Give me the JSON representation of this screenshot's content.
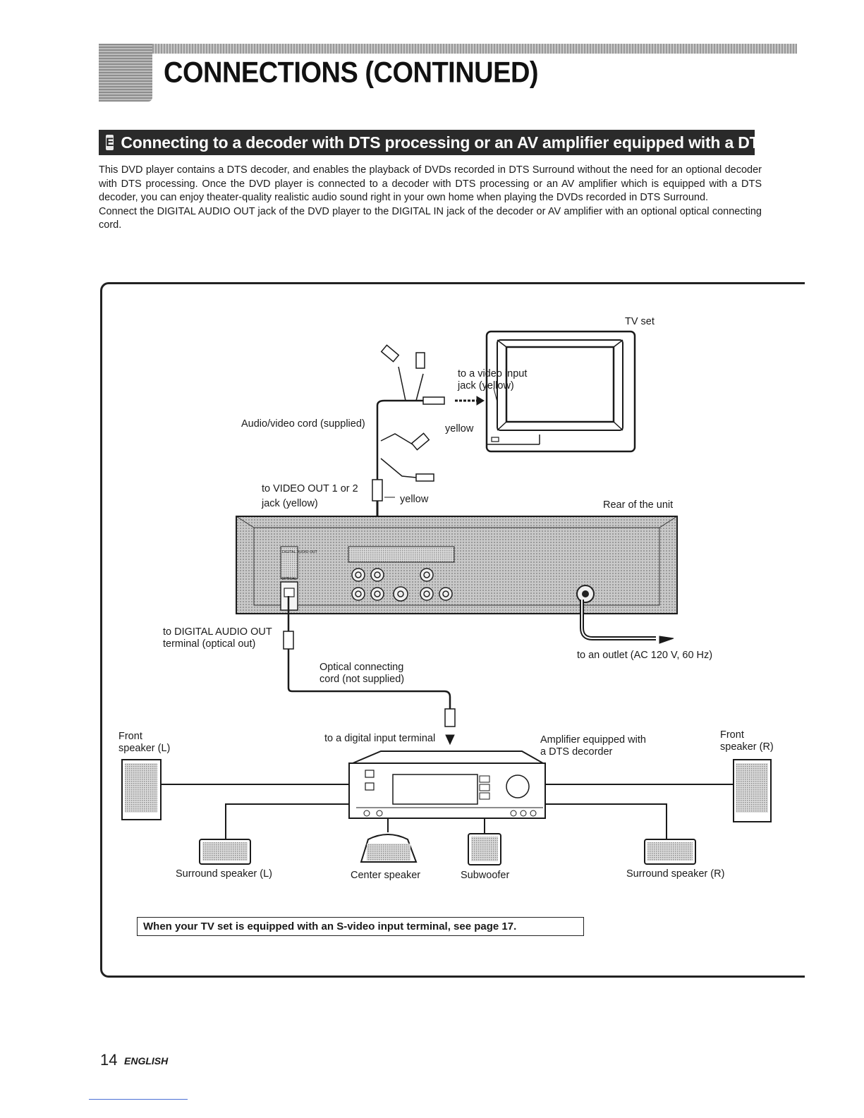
{
  "header": {
    "title": "CONNECTIONS (CONTINUED)"
  },
  "section": {
    "letter": "E",
    "title": "Connecting to a decoder with DTS processing or an AV amplifier equipped with a DTS decoder"
  },
  "intro": {
    "paragraph1": "This DVD player contains a DTS decoder, and enables the playback of DVDs recorded in DTS Surround without the need for an optional decoder with DTS processing. Once the DVD player is connected to a decoder with DTS processing or an AV amplifier which is equipped with a DTS decoder, you can enjoy theater-quality realistic audio sound right in your own home when playing the DVDs recorded in DTS Surround.",
    "paragraph2": "Connect the DIGITAL AUDIO OUT jack of the DVD player to the DIGITAL IN jack of the decoder or AV amplifier with an optional optical connecting cord."
  },
  "diagram": {
    "tv_set": "TV set",
    "to_video_input_1": "to a video input",
    "to_video_input_2": "jack (yellow)",
    "av_cord": "Audio/video cord (supplied)",
    "yellow_top": "yellow",
    "to_video_out_1": "to VIDEO OUT 1 or 2",
    "to_video_out_2": "jack (yellow)",
    "yellow_bottom": "yellow",
    "rear_of_unit": "Rear of the unit",
    "to_digital_audio_out_1": "to DIGITAL AUDIO OUT",
    "to_digital_audio_out_2": "terminal (optical out)",
    "optical_cord_1": "Optical connecting",
    "optical_cord_2": "cord (not supplied)",
    "to_outlet": "to an outlet  (AC 120 V, 60 Hz)",
    "front_l_1": "Front",
    "front_l_2": "speaker (L)",
    "to_digital_input": "to a digital input terminal",
    "amplifier_1": "Amplifier equipped with",
    "amplifier_2": "a DTS decorder",
    "front_r_1": "Front",
    "front_r_2": "speaker (R)",
    "surround_l": "Surround speaker (L)",
    "center": "Center speaker",
    "subwoofer": "Subwoofer",
    "surround_r": "Surround speaker (R)",
    "panel_digital_audio": "DIGITAL AUDIO OUT",
    "panel_optical": "OPTICAL"
  },
  "note": {
    "text": "When your TV set is equipped with an S-video input terminal, see page 17."
  },
  "footer": {
    "page_number": "14",
    "language": "ENGLISH"
  }
}
